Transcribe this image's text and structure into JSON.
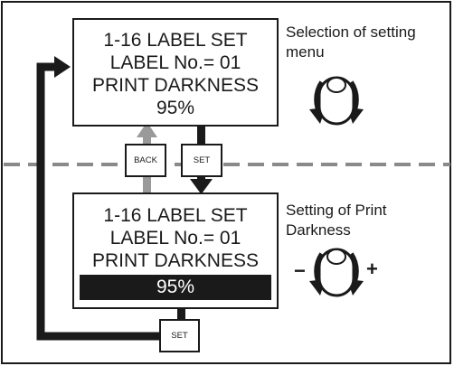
{
  "top_screen": {
    "line1": "1-16 LABEL SET",
    "line2": "LABEL No.= 01",
    "line3": "PRINT DARKNESS",
    "line4": "95%"
  },
  "bottom_screen": {
    "line1": "1-16 LABEL SET",
    "line2": "LABEL No.= 01",
    "line3": "PRINT DARKNESS",
    "line4": "95%"
  },
  "captions": {
    "top_line1": "Selection of setting",
    "top_line2": "menu",
    "bottom_line1": "Setting of Print",
    "bottom_line2": "Darkness"
  },
  "keys": {
    "back": "BACK",
    "set_middle": "SET",
    "set_bottom": "SET"
  },
  "dial_marks": {
    "minus": "−",
    "plus": "+"
  }
}
